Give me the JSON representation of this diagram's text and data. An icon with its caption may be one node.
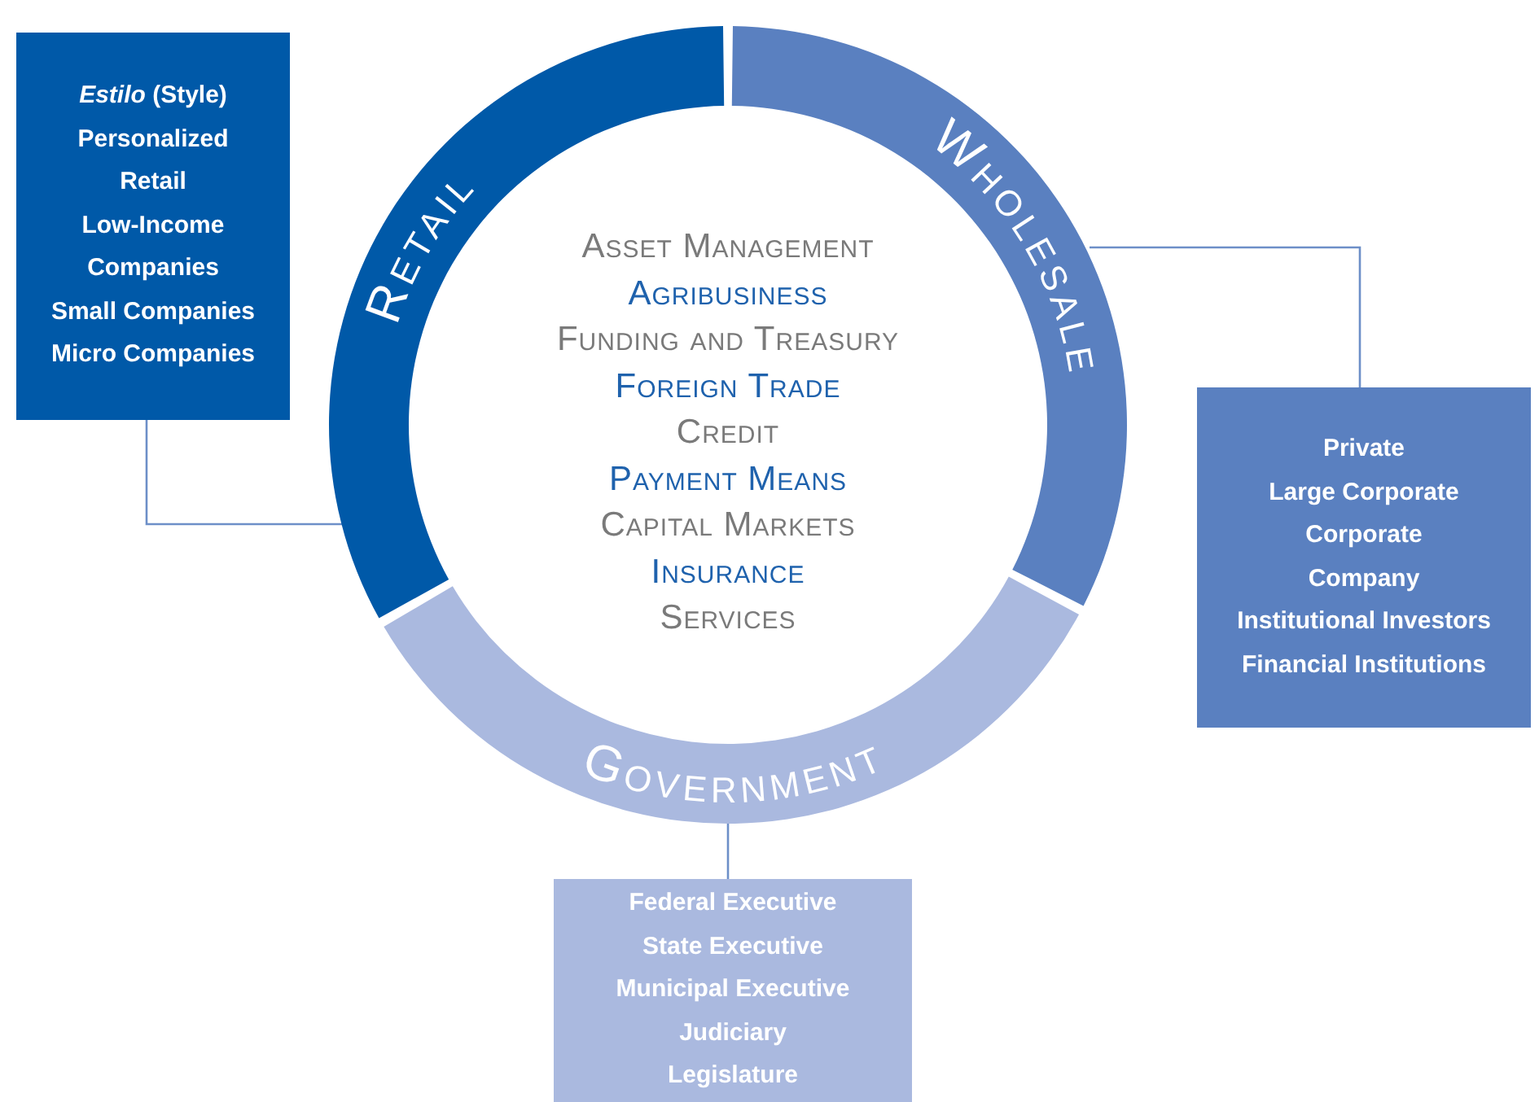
{
  "diagram": {
    "nodes": [
      {
        "text": [
          "Retail"
        ]
      },
      {
        "text": [
          "Wholesale"
        ]
      },
      {
        "text": [
          "Government"
        ]
      },
      {
        "text": [
          "*Estilo* (Style)",
          "Personalized",
          "Retail",
          "Low-Income Companies",
          "Small Companies",
          "Micro Companies"
        ]
      },
      {
        "text": [
          "Private",
          "Large Corporate",
          "Corporate",
          "Company",
          "Institutional Investors",
          "Financial Institutions"
        ]
      },
      {
        "text": [
          "Federal Executive",
          "State Executive",
          "Municipal Executive",
          "Judiciary",
          "Legislature"
        ]
      }
    ],
    "edges": [
      {
        "from": 0,
        "to": 3,
        "arrow": "none"
      },
      {
        "from": 1,
        "to": 4,
        "arrow": "none"
      },
      {
        "from": 2,
        "to": 5,
        "arrow": "none"
      }
    ],
    "labels": [
      "Asset Management",
      "Agribusiness",
      "Funding and Treasury",
      "Foreign Trade",
      "Credit",
      "Payment Means",
      "Capital Markets",
      "Insurance",
      "Services"
    ]
  }
}
